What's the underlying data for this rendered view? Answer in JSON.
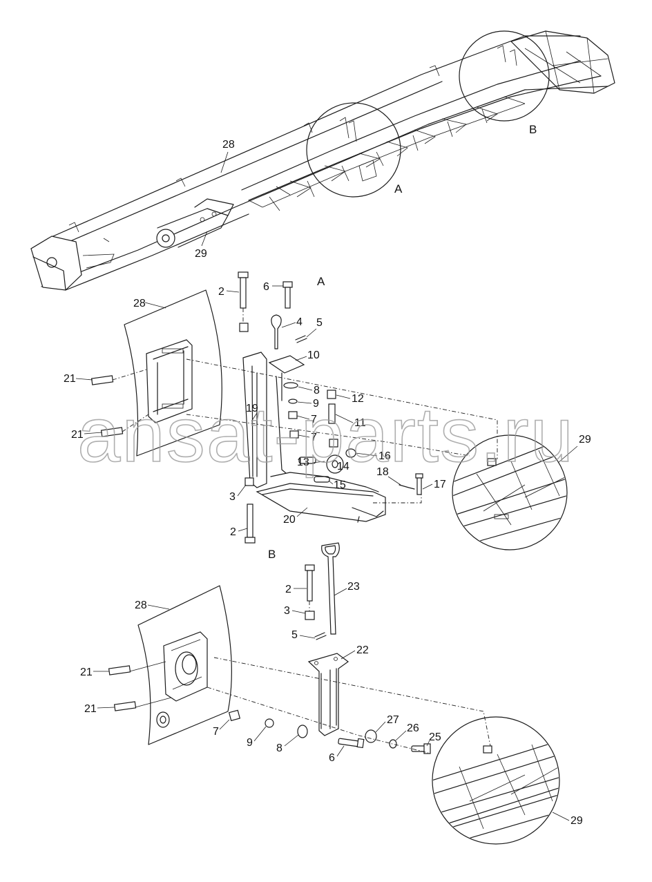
{
  "views": {
    "a": "A",
    "b": "B"
  },
  "watermark": "ansat-parts.ru",
  "overview": {
    "c28": "28",
    "c29": "29"
  },
  "view_a": {
    "c2_top": "2",
    "c6": "6",
    "c4": "4",
    "c5": "5",
    "c10": "10",
    "c28": "28",
    "c21_top": "21",
    "c21_bot": "21",
    "c8": "8",
    "c9": "9",
    "c12": "12",
    "c11": "11",
    "c19": "19",
    "c7_a": "7",
    "c7_b": "7",
    "c13": "13",
    "c14": "14",
    "c16": "16",
    "c18": "18",
    "c15": "15",
    "c17": "17",
    "c3": "3",
    "c20": "20",
    "c2_bot": "2",
    "c29": "29"
  },
  "view_b": {
    "c2": "2",
    "c23": "23",
    "c28": "28",
    "c3": "3",
    "c5": "5",
    "c22": "22",
    "c21_top": "21",
    "c21_bot": "21",
    "c27": "27",
    "c26": "26",
    "c25": "25",
    "c7": "7",
    "c9": "9",
    "c8": "8",
    "c6": "6",
    "c29": "29"
  }
}
